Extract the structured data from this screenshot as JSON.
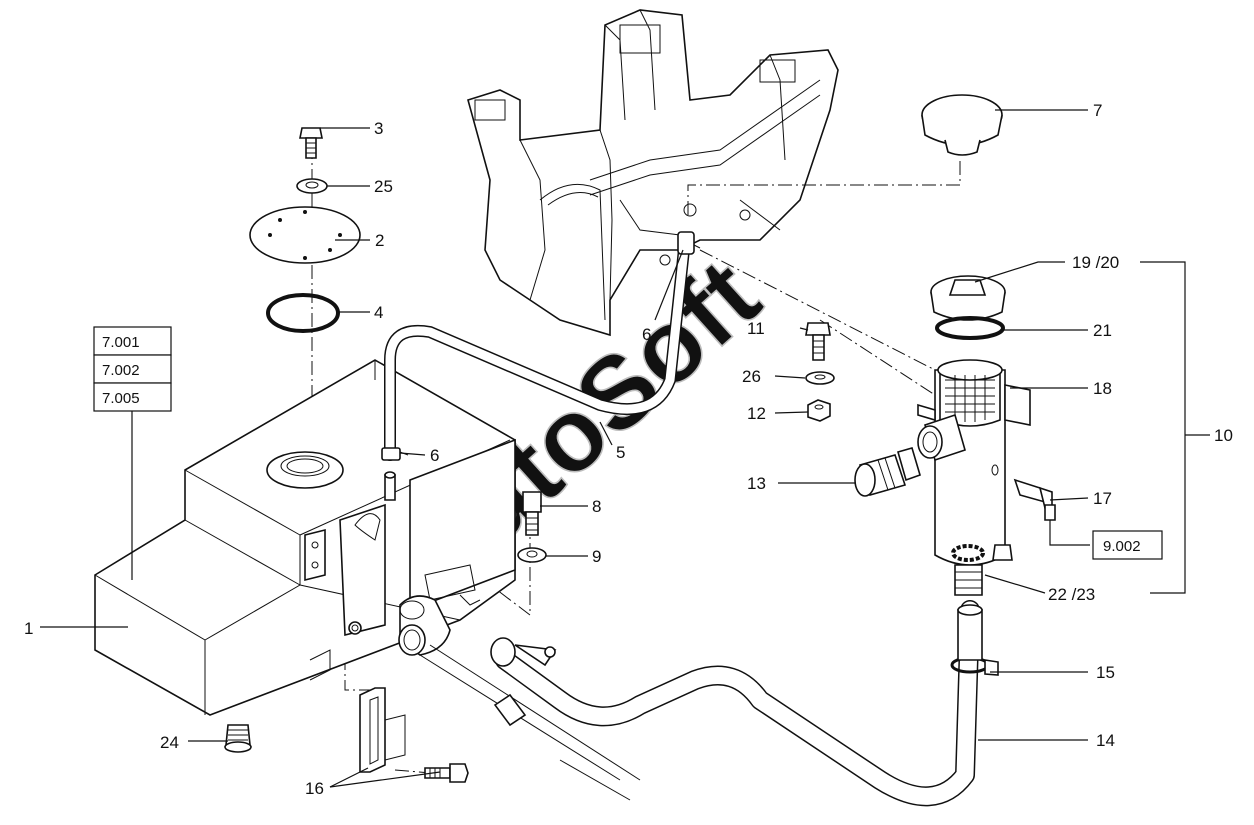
{
  "watermark": "AutoSoft",
  "callouts": {
    "c1": "1",
    "c2": "2",
    "c3": "3",
    "c4": "4",
    "c5": "5",
    "c6a": "6",
    "c6b": "6",
    "c7": "7",
    "c8": "8",
    "c9": "9",
    "c10": "10",
    "c11": "11",
    "c12": "12",
    "c13": "13",
    "c14": "14",
    "c15": "15",
    "c16": "16",
    "c17": "17",
    "c18": "18",
    "c1920": "19 /20",
    "c21": "21",
    "c2223": "22 /23",
    "c24": "24",
    "c25": "25",
    "c26": "26"
  },
  "references": {
    "r7001": "7.001",
    "r7002": "7.002",
    "r7005": "7.005",
    "r9002": "9.002"
  }
}
